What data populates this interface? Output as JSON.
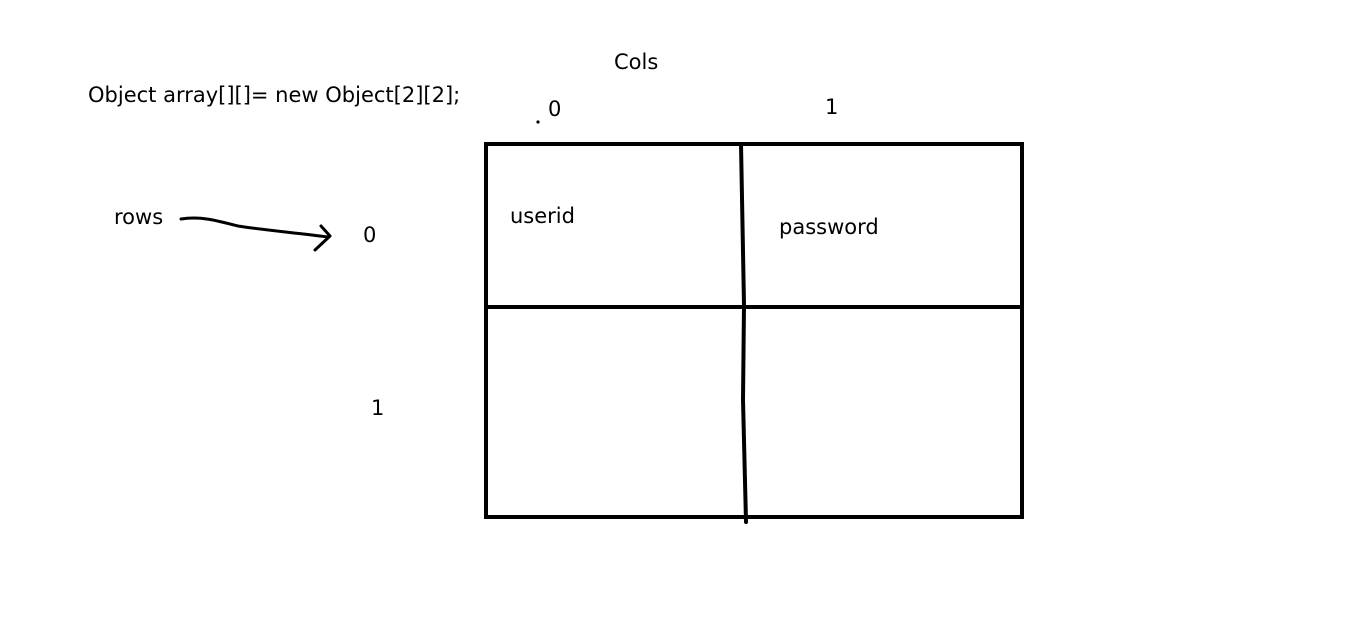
{
  "code": {
    "text": "Object array[][]= new Object[2][2];"
  },
  "columns": {
    "label": "Cols",
    "indices": [
      "0",
      "1"
    ]
  },
  "rows": {
    "label": "rows",
    "indices": [
      "0",
      "1"
    ]
  },
  "cells": [
    [
      "userid",
      "password"
    ],
    [
      "",
      ""
    ]
  ],
  "colors": {
    "ink": "#000000",
    "background": "#ffffff"
  }
}
